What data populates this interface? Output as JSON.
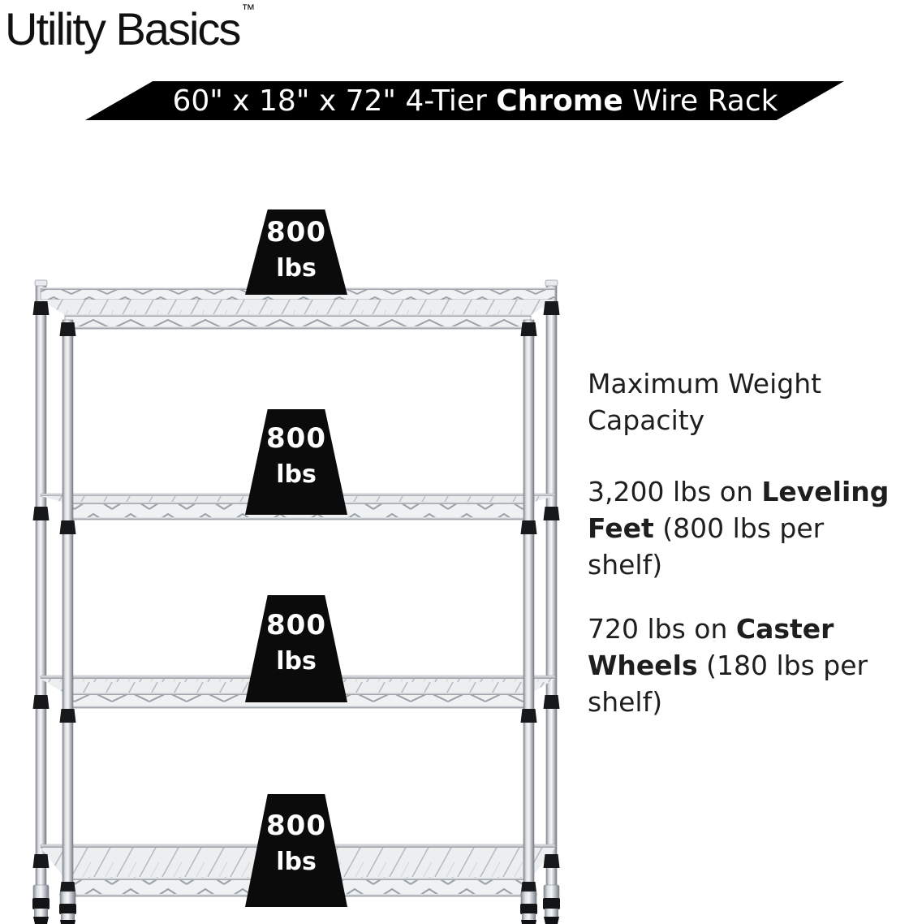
{
  "brand": {
    "name": "Utility Basics",
    "trademark": "™"
  },
  "banner": {
    "text_prefix": "60\" x 18\" x 72\" 4-Tier ",
    "text_bold": "Chrome",
    "text_suffix": " Wire Rack",
    "bg_color": "#000000",
    "text_color": "#ffffff"
  },
  "rack": {
    "alt": "4-tier chrome wire shelving rack with leveling feet",
    "tier_count": 4
  },
  "weight_badges": [
    {
      "value": "800",
      "unit": "lbs"
    },
    {
      "value": "800",
      "unit": "lbs"
    },
    {
      "value": "800",
      "unit": "lbs"
    },
    {
      "value": "800",
      "unit": "lbs"
    }
  ],
  "specs": {
    "heading": "Maximum Weight Capacity",
    "items": [
      {
        "prefix": "3,200 lbs on ",
        "bold": "Leveling Feet",
        "suffix": " (800 lbs per shelf)"
      },
      {
        "prefix": "720 lbs on ",
        "bold": "Caster Wheels",
        "suffix": " (180 lbs per shelf)"
      }
    ]
  },
  "colors": {
    "badge_bg": "#0b0b0c",
    "text": "#1e1e1e",
    "chrome_light": "#f5f7f9",
    "chrome_dark": "#767c83"
  }
}
